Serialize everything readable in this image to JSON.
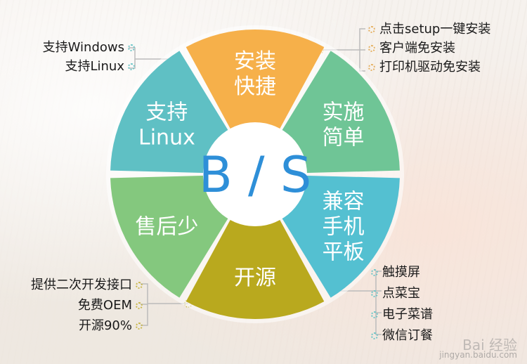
{
  "center": {
    "label": "B/S",
    "color": "#2e8fd8"
  },
  "segments": [
    {
      "name": "segment-easy-install",
      "lines": [
        "安装",
        "快捷"
      ],
      "color": "#f6b04a"
    },
    {
      "name": "segment-simple-deploy",
      "lines": [
        "实施",
        "简单"
      ],
      "color": "#6fc596"
    },
    {
      "name": "segment-mobile-compatible",
      "lines": [
        "兼容",
        "手机",
        "平板"
      ],
      "color": "#54c0d1"
    },
    {
      "name": "segment-open-source",
      "lines": [
        "开源"
      ],
      "color": "#b9a91e"
    },
    {
      "name": "segment-after-sales",
      "lines": [
        "售后少"
      ],
      "color": "#84c87e"
    },
    {
      "name": "segment-linux",
      "lines": [
        "支持",
        "Linux"
      ],
      "color": "#5fc0c4"
    }
  ],
  "left_top_list": [
    "支持Windows",
    "支持Linux"
  ],
  "right_top_list": [
    "点击setup一键安装",
    "客户端免安装",
    "打印机驱动免安装"
  ],
  "left_bottom_list": [
    "提供二次开发接口",
    "免费OEM",
    "开源90%"
  ],
  "right_bottom_list": [
    "触摸屏",
    "点菜宝",
    "电子菜谱",
    "微信订餐"
  ],
  "watermark": {
    "title": "Bai 经验",
    "url": "jingyan.baidu.com"
  }
}
